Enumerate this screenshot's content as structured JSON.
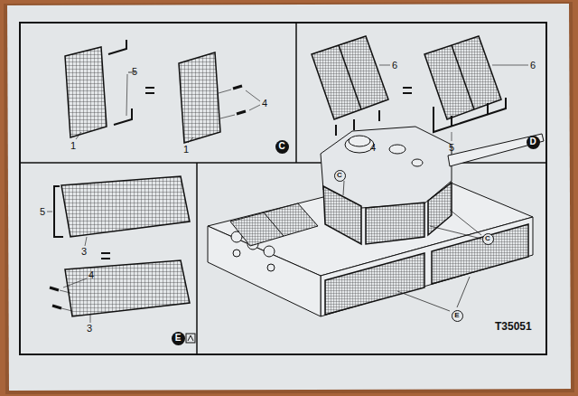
{
  "diagram": {
    "nodes": [
      {
        "text": [
          "C"
        ]
      },
      {
        "text": [
          "D"
        ]
      },
      {
        "text": [
          "C"
        ]
      },
      {
        "text": [
          "C"
        ]
      },
      {
        "text": [
          "E"
        ]
      },
      {
        "text": [
          "E"
        ]
      }
    ],
    "labels": [
      "5",
      "4",
      "1",
      "1",
      "6",
      "6",
      "4",
      "5",
      "5",
      "3",
      "4",
      "3",
      "T35051"
    ]
  }
}
